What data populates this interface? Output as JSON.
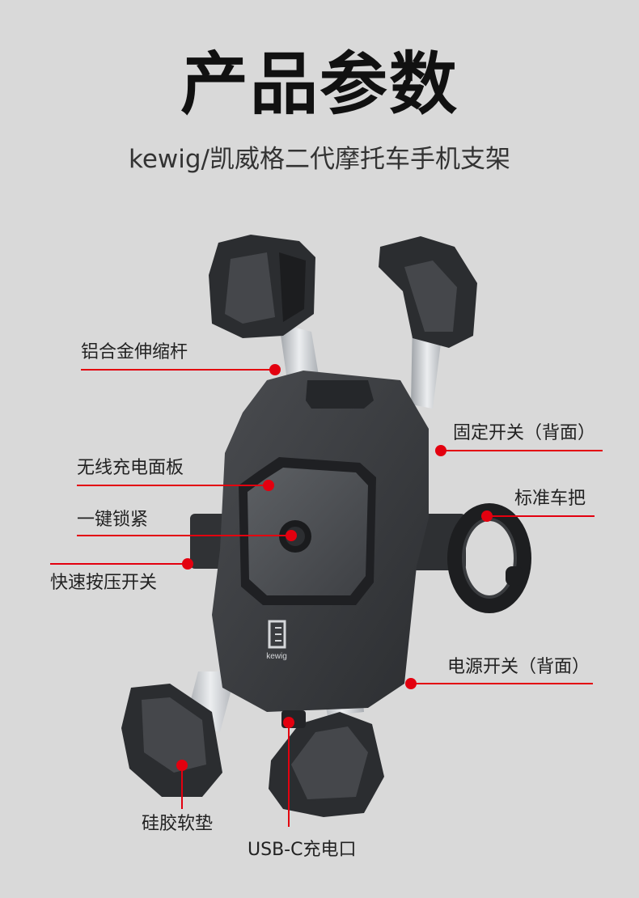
{
  "header": {
    "title": "产品参数",
    "subtitle": "kewig/凯威格二代摩托车手机支架"
  },
  "product": {
    "logo_text": "kewig",
    "colors": {
      "background": "#d9d9d9",
      "body": "#3b3d40",
      "accent_red": "#e3000f",
      "metal": "#c9ccd0"
    }
  },
  "callouts": {
    "aluminum_rod": "铝合金伸缩杆",
    "wireless_charging_panel": "无线充电面板",
    "one_key_lock": "一键锁紧",
    "quick_press_switch": "快速按压开关",
    "fixed_switch_back": "固定开关（背面）",
    "standard_handlebar": "标准车把",
    "power_switch_back": "电源开关（背面）",
    "silicone_pad": "硅胶软垫",
    "usb_c_port": "USB-C充电口"
  }
}
